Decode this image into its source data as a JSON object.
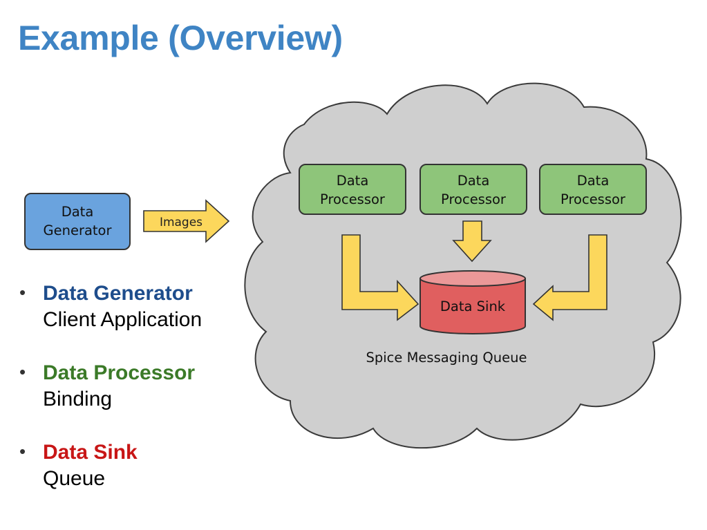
{
  "slide": {
    "title": "Example (Overview)"
  },
  "colors": {
    "title": "#3f84c4",
    "generator": "#6aa3de",
    "processor": "#8ec57a",
    "sink": "#e05f5f",
    "arrow": "#fcd75c",
    "cloud": "#cfcfcf",
    "term_generator": "#1e4d8c",
    "term_processor": "#3b7a28",
    "term_sink": "#c81616"
  },
  "diagram": {
    "generator": {
      "line1": "Data",
      "line2": "Generator"
    },
    "images_arrow_label": "Images",
    "processors": [
      {
        "line1": "Data",
        "line2": "Processor"
      },
      {
        "line1": "Data",
        "line2": "Processor"
      },
      {
        "line1": "Data",
        "line2": "Processor"
      }
    ],
    "sink": {
      "label": "Data Sink"
    },
    "cloud_caption": "Spice Messaging Queue"
  },
  "legend": [
    {
      "term": "Data Generator",
      "desc": "Client Application",
      "color_key": "term_generator"
    },
    {
      "term": "Data Processor",
      "desc": "Binding",
      "color_key": "term_processor"
    },
    {
      "term": "Data Sink",
      "desc": "Queue",
      "color_key": "term_sink"
    }
  ]
}
